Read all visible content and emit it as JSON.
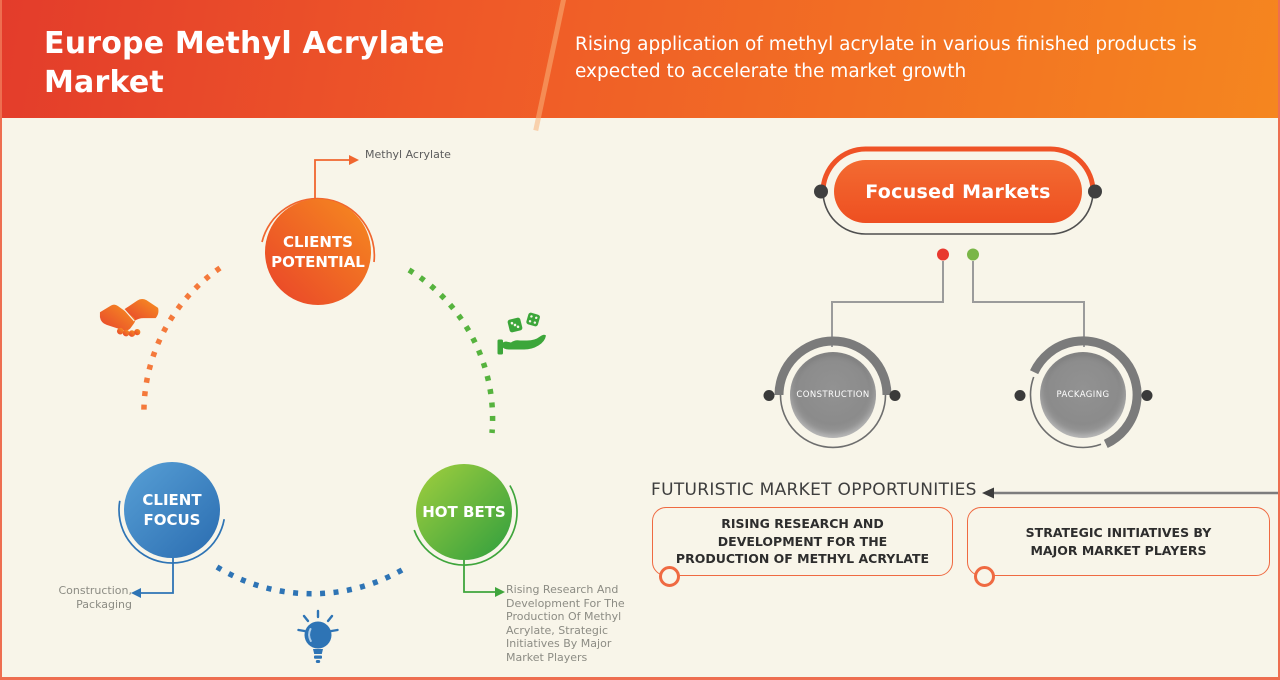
{
  "header": {
    "title": "Europe Methyl Acrylate Market",
    "subtitle": "Rising application of methyl acrylate in various finished products is expected to accelerate the market growth"
  },
  "cycle": {
    "nodes": [
      {
        "label": "CLIENTS POTENTIAL",
        "callout": "Methyl Acrylate",
        "color": "#f15a29",
        "icon": "handshake-icon"
      },
      {
        "label": "CLIENT FOCUS",
        "callout": "Construction, Packaging",
        "color": "#2e74b5",
        "icon": "lightbulb-icon"
      },
      {
        "label": "HOT BETS",
        "callout": "Rising Research And Development For The Production Of Methyl Acrylate, Strategic Initiatives By Major Market Players",
        "color": "#4caf50",
        "icon": "dice-hand-icon"
      }
    ]
  },
  "focused_markets": {
    "title": "Focused Markets",
    "markets": [
      {
        "label": "CONSTRUCTION",
        "dot_color": "#e8392f"
      },
      {
        "label": "PACKAGING",
        "dot_color": "#7ab648"
      }
    ]
  },
  "opportunities": {
    "heading": "FUTURISTIC MARKET OPPORTUNITIES",
    "items": [
      "RISING RESEARCH AND DEVELOPMENT FOR THE PRODUCTION OF METHYL ACRYLATE",
      "STRATEGIC INITIATIVES BY MAJOR MARKET PLAYERS"
    ]
  },
  "colors": {
    "header_gradient_start": "#e33c2b",
    "header_gradient_end": "#f5861f",
    "background": "#f8f5e9",
    "frame_border": "#ee6e50",
    "accent_orange": "#f15a29",
    "accent_blue": "#2e74b5",
    "accent_green": "#4caf50",
    "gray_node": "#8a8a8a",
    "connector_gray": "#9b9b9b",
    "text_dark": "#3e3e3e"
  }
}
